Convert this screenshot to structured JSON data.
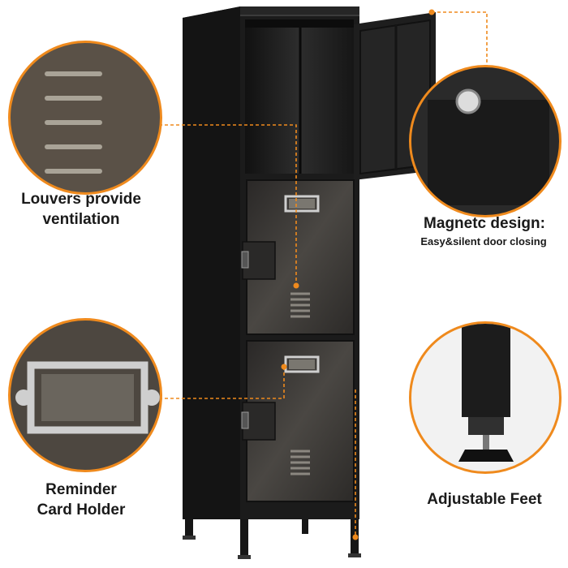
{
  "colors": {
    "accent": "#ef8a1d",
    "cabinet": "#1f1f1f",
    "door": "#343231",
    "text": "#1a1a1a"
  },
  "callouts": {
    "louvers": {
      "line1": "Louvers provide",
      "line2": "ventilation"
    },
    "magnetic": {
      "title": "Magnetc design:",
      "subtitle": "Easy&silent door closing"
    },
    "card_holder": {
      "line1": "Reminder",
      "line2": "Card Holder"
    },
    "feet": {
      "title": "Adjustable Feet"
    }
  }
}
